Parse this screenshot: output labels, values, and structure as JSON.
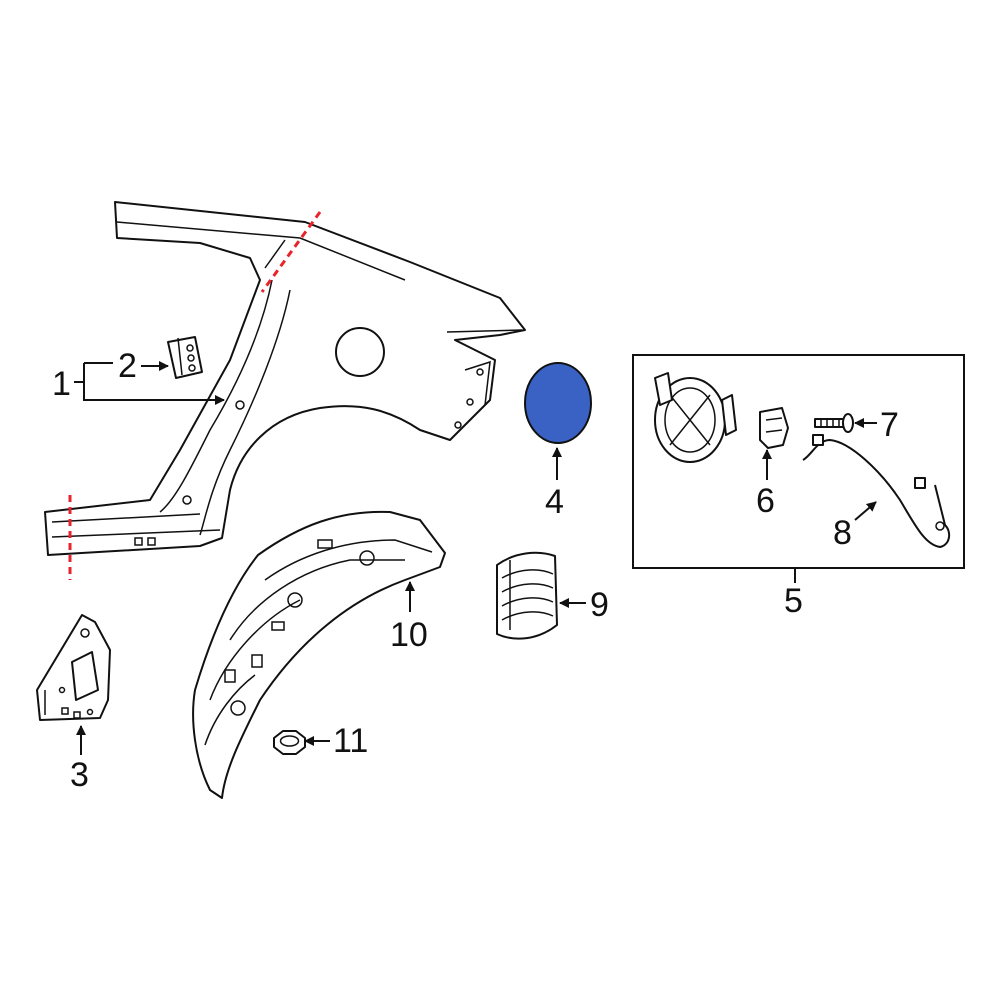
{
  "diagram": {
    "callouts": {
      "c1": "1",
      "c2": "2",
      "c3": "3",
      "c4": "4",
      "c5": "5",
      "c6": "6",
      "c7": "7",
      "c8": "8",
      "c9": "9",
      "c10": "10",
      "c11": "11"
    },
    "colors": {
      "highlight_fill": "#3a62c4",
      "cut_line": "#e8232c",
      "line": "#111111"
    }
  }
}
